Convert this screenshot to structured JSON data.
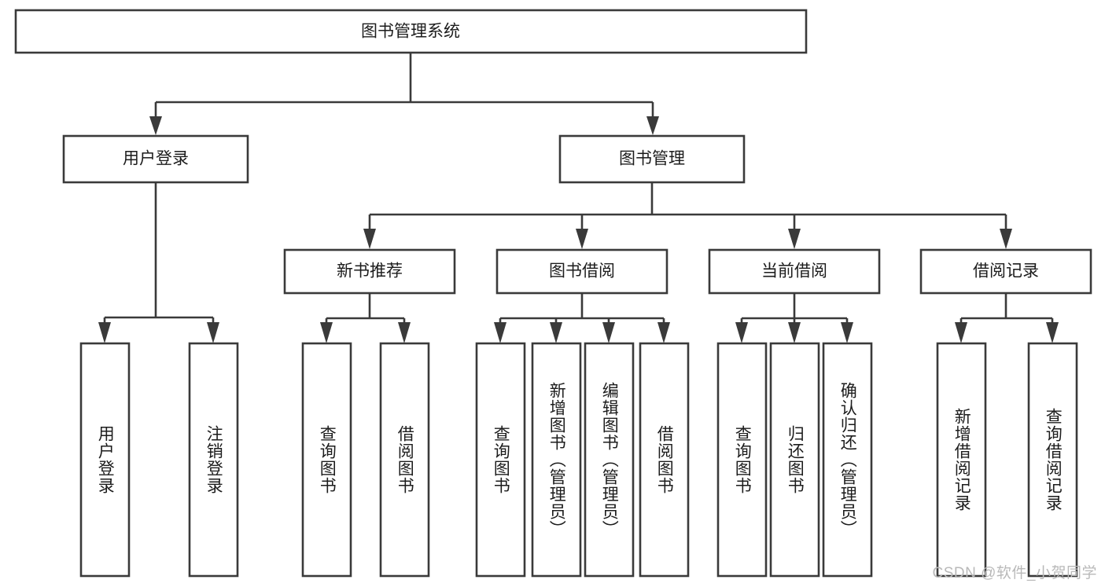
{
  "diagram": {
    "type": "tree",
    "title": "图书管理系统",
    "orientation": "top-down",
    "colors": {
      "box_stroke": "#3a3a3a",
      "box_fill": "#ffffff",
      "text": "#1c1c1c",
      "connector": "#3a3a3a",
      "background": "#ffffff",
      "watermark": "#b9b9b9"
    }
  },
  "root": {
    "label": "图书管理系统"
  },
  "level1": [
    {
      "label": "用户登录"
    },
    {
      "label": "图书管理"
    }
  ],
  "level2": [
    {
      "label": "新书推荐"
    },
    {
      "label": "图书借阅"
    },
    {
      "label": "当前借阅"
    },
    {
      "label": "借阅记录"
    }
  ],
  "leaves": {
    "user_login": [
      {
        "label": "用户登录"
      },
      {
        "label": "注销登录"
      }
    ],
    "new_book_recommend": [
      {
        "label": "查询图书"
      },
      {
        "label": "借阅图书"
      }
    ],
    "book_borrow": [
      {
        "label": "查询图书"
      },
      {
        "label": "新增图书（管理员）"
      },
      {
        "label": "编辑图书（管理员）"
      },
      {
        "label": "借阅图书"
      }
    ],
    "current_borrow": [
      {
        "label": "查询图书"
      },
      {
        "label": "归还图书"
      },
      {
        "label": "确认归还（管理员）"
      }
    ],
    "borrow_record": [
      {
        "label": "新增借阅记录"
      },
      {
        "label": "查询借阅记录"
      }
    ]
  },
  "watermark": {
    "text": "CSDN @软件_小贺同学"
  }
}
